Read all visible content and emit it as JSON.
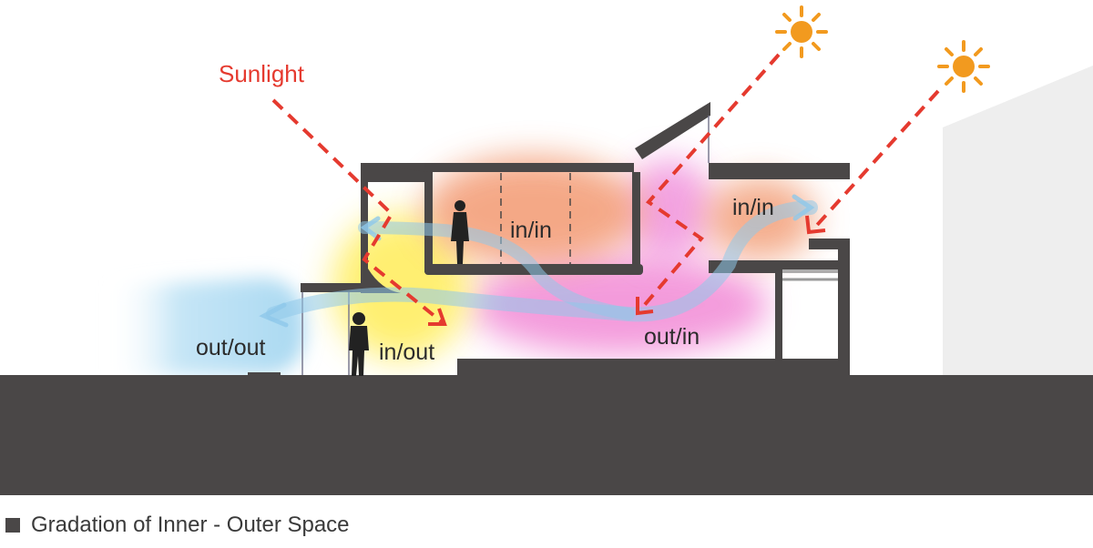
{
  "labels": {
    "sunlight": "Sunlight",
    "zone_in_in_upper": "in/in",
    "zone_in_in_right": "in/in",
    "zone_in_out": "in/out",
    "zone_out_in": "out/in",
    "zone_out_out": "out/out"
  },
  "caption": "Gradation of Inner - Outer Space",
  "colors": {
    "sunlight": "#e53a2f",
    "sun": "#f29a1f",
    "structure": "#4a4747",
    "in_in": "#f2a07a",
    "in_out": "#fff07a",
    "out_in": "#f07ad0",
    "out_out": "#bfe3f5",
    "airflow": "#8fc8ea"
  },
  "icons": [
    "sun-icon",
    "person-icon",
    "square-bullet-icon"
  ]
}
